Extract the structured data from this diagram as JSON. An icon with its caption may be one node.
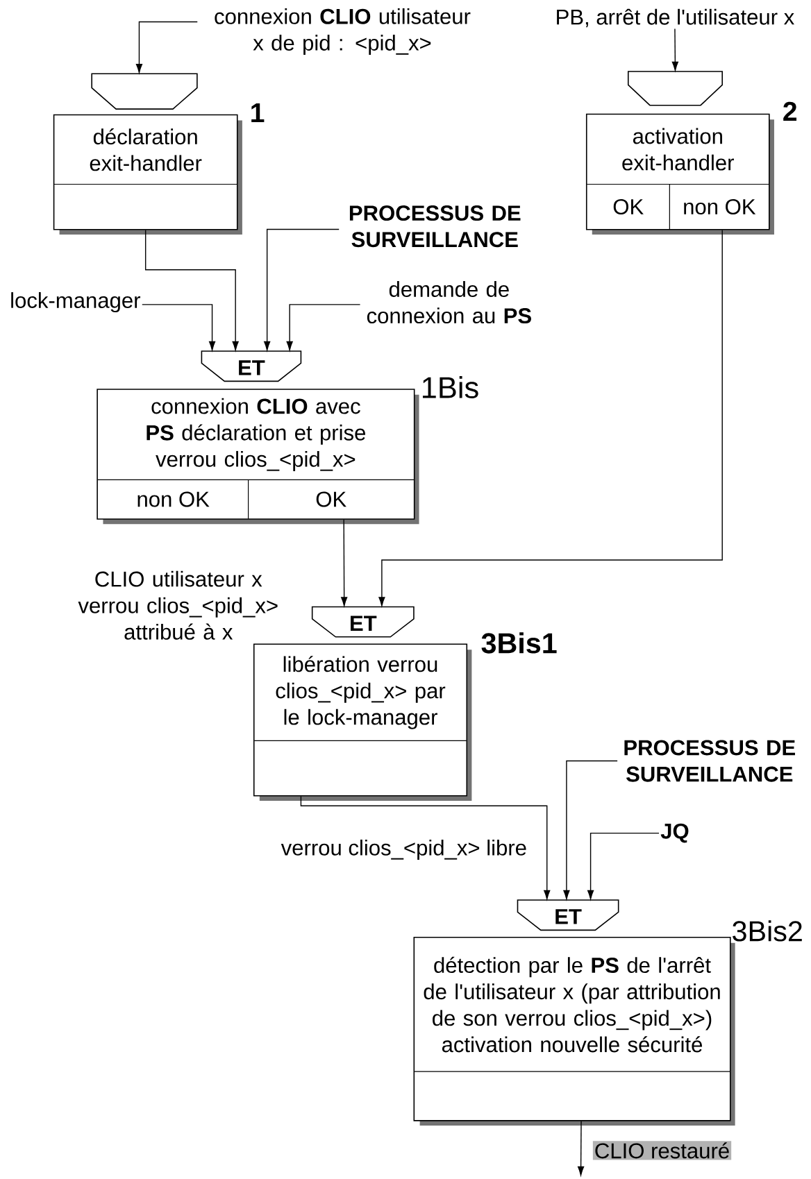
{
  "diagram": {
    "nodes": [
      {
        "text": [
          "connexion **CLIO** utilisateur x de pid : <pid_x>"
        ]
      },
      {
        "text": [],
        "shape": "pentagon"
      },
      {
        "text": [
          "déclaration exit-handler"
        ],
        "beside": [
          "1"
        ]
      },
      {
        "text": [
          "PB, arrêt de l'utilisateur x"
        ]
      },
      {
        "text": [],
        "shape": "pentagon"
      },
      {
        "text": [
          "activation exit-handler",
          "OK",
          "non OK"
        ],
        "beside": [
          "2"
        ]
      },
      {
        "text": [
          "PROCESSUS DE SURVEILLANCE"
        ]
      },
      {
        "text": [
          "lock-manager"
        ]
      },
      {
        "text": [
          "demande de connexion au **PS**"
        ]
      },
      {
        "text": [
          "ET"
        ]
      },
      {
        "text": [
          "connexion **CLIO** avec **PS** déclaration et prise verrou clios_<pid_x>",
          "non OK",
          "OK"
        ],
        "beside": [
          "1Bis"
        ]
      },
      {
        "text": [
          "ET"
        ]
      },
      {
        "text": [
          "libération verrou clios_<pid_x> par le lock-manager"
        ],
        "beside": [
          "3Bis1"
        ]
      },
      {
        "text": [
          "PROCESSUS DE SURVEILLANCE"
        ]
      },
      {
        "text": [
          "JQ"
        ]
      },
      {
        "text": [
          "ET"
        ]
      },
      {
        "text": [
          "détection par le **PS** de l'arrêt de l'utilisateur x (par attribution de son verrou clios_<pid_x>) activation nouvelle sécurité"
        ],
        "beside": [
          "3Bis2"
        ]
      }
    ],
    "edges": [
      {
        "from": 0,
        "to": 1,
        "arrow": "to"
      },
      {
        "from": 3,
        "to": 4,
        "arrow": "to"
      },
      {
        "from": 2,
        "to": 9,
        "arrow": "to"
      },
      {
        "from": 6,
        "to": 9,
        "arrow": "to"
      },
      {
        "from": 7,
        "to": 9,
        "arrow": "to"
      },
      {
        "from": 8,
        "to": 9,
        "arrow": "to"
      },
      {
        "from": 10,
        "to": 11,
        "arrow": "to",
        "label": "CLIO utilisateur x verrou clios_<pid_x> attribué à x"
      },
      {
        "from": 5,
        "to": 11,
        "arrow": "to"
      },
      {
        "from": 12,
        "to": 15,
        "arrow": "to",
        "label": "verrou clios_<pid_x> libre"
      },
      {
        "from": 13,
        "to": 15,
        "arrow": "to"
      },
      {
        "from": 14,
        "to": 15,
        "arrow": "to"
      },
      {
        "from": 16,
        "to": null,
        "arrow": "to",
        "label": "CLIO restauré"
      }
    ]
  }
}
